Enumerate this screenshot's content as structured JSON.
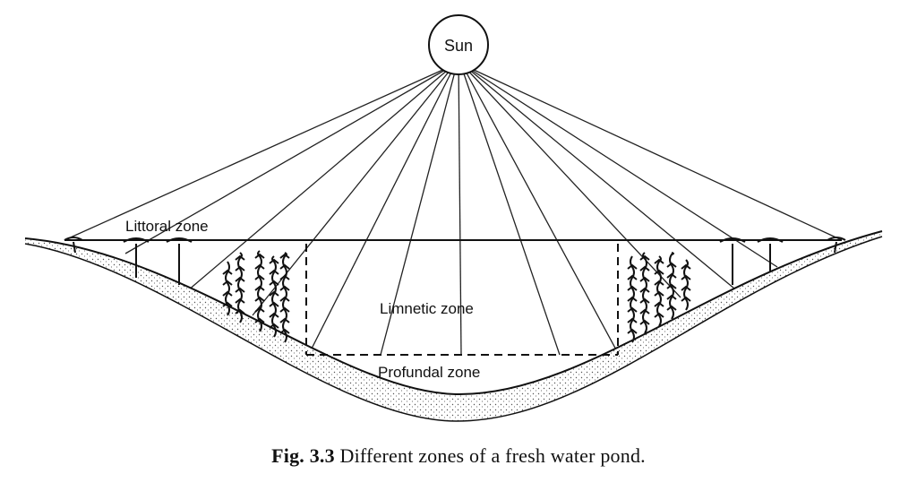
{
  "diagram": {
    "sun_label": "Sun",
    "zones": {
      "littoral": "Littoral zone",
      "limnetic": "Limnetic zone",
      "profundal": "Profundal zone"
    }
  },
  "caption": {
    "fig_number": "Fig. 3.3",
    "text": "Different zones of a fresh water pond."
  }
}
